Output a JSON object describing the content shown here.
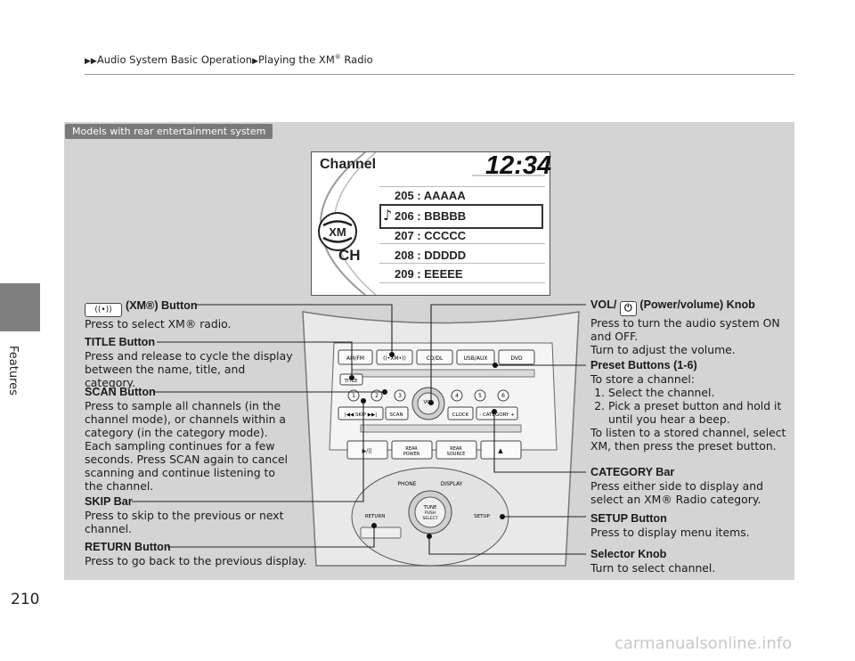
{
  "page": {
    "number": "210",
    "section": "Features",
    "breadcrumb": [
      "Audio System Basic Operation",
      "Playing the XM",
      "Radio"
    ],
    "models_tag": "Models with rear entertainment system",
    "watermark": "carmanualsonline.info"
  },
  "screen": {
    "title": "Channel",
    "clock": "12:34",
    "ch_label": "CH",
    "channels": [
      "205 : AAAAA",
      "206 : BBBBB",
      "207 : CCCCC",
      "208 : DDDDD",
      "209 : EEEEE"
    ]
  },
  "console": {
    "buttons": [
      "AM/FM",
      "CD/DL",
      "USB/AUX",
      "DVD",
      "TITLE",
      "SKIP",
      "SCAN",
      "VOL",
      "CLOCK",
      "CATEGORY",
      "REAR POWER",
      "REAR SOURCE",
      "PHONE",
      "DISPLAY",
      "TUNE PUSH SELECT",
      "RETURN",
      "SETUP"
    ],
    "presets": [
      "1",
      "2",
      "3",
      "4",
      "5",
      "6"
    ]
  },
  "labels": {
    "xm_button": {
      "title": "(XM®) Button",
      "text": "Press to select XM® radio."
    },
    "title_button": {
      "title": "TITLE Button",
      "text": "Press and release to cycle the display between the name, title, and category."
    },
    "scan_button": {
      "title": "SCAN Button",
      "text1": "Press to sample all channels (in the channel mode), or channels within a category (in the category mode).",
      "text2": "Each sampling continues for a few seconds. Press SCAN again to cancel scanning and continue listening to the channel."
    },
    "skip_bar": {
      "title": "SKIP Bar",
      "text": "Press to skip to the previous or next channel."
    },
    "return_button": {
      "title": "RETURN Button",
      "text": "Press to go back to the previous display."
    },
    "vol_knob": {
      "title_pre": "VOL/",
      "title_post": "(Power/volume) Knob",
      "text1": "Press to turn the audio system ON and OFF.",
      "text2": "Turn to adjust the volume."
    },
    "preset_buttons": {
      "title": "Preset Buttons (1-6)",
      "intro": "To store a channel:",
      "step1": "Select the channel.",
      "step2": "Pick a preset button and hold it until you hear a beep.",
      "outro": "To listen to a stored channel, select XM, then press the preset button."
    },
    "category_bar": {
      "title": "CATEGORY Bar",
      "text": "Press either side to display and select an XM® Radio category."
    },
    "setup_button": {
      "title": "SETUP Button",
      "text": "Press to display menu items."
    },
    "selector_knob": {
      "title": "Selector Knob",
      "text": "Turn to select channel."
    }
  }
}
